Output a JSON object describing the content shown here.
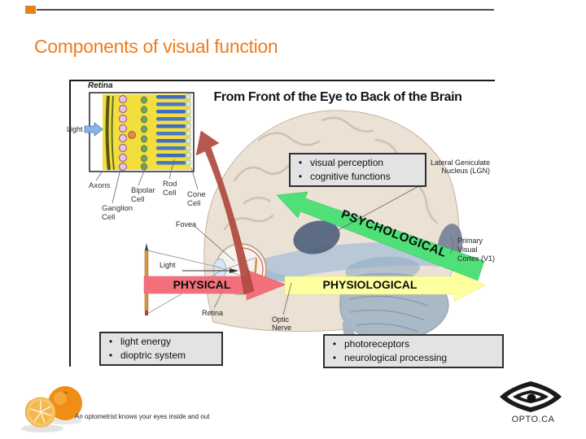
{
  "header": {
    "title": "Components of visual function"
  },
  "figure": {
    "heading": "From Front of the Eye to Back of the Brain",
    "retina_inset": {
      "title": "Retina",
      "light_label": "Light",
      "axons_label": "Axons",
      "ganglion_label": [
        "Ganglion",
        "Cell"
      ],
      "bipolar_label": [
        "Bipolar",
        "Cell"
      ],
      "rod_label": [
        "Rod",
        "Cell"
      ],
      "cone_label": [
        "Cone",
        "Cell"
      ]
    },
    "eye_labels": {
      "light": "Light",
      "fovea": "Fovea",
      "retina": "Retina",
      "optic_nerve": [
        "Optic",
        "Nerve"
      ]
    },
    "brain_labels": {
      "lgn": [
        "Lateral Geniculate",
        "Nucleus (LGN)"
      ],
      "v1": [
        "Primary",
        "Visual",
        "Cortex (V1)"
      ]
    },
    "arrows": {
      "physical": "PHYSICAL",
      "physiological": "PHYSIOLOGICAL",
      "psychological": "PSYCHOLOGICAL"
    },
    "callouts": {
      "psychological": {
        "items": [
          "visual perception",
          "cognitive functions"
        ]
      },
      "physical": {
        "items": [
          "light energy",
          "dioptric system"
        ]
      },
      "physiological": {
        "items": [
          "photoreceptors",
          "neurological processing"
        ]
      }
    },
    "colors": {
      "physical_arrow": "#f3707b",
      "physiological_arrow": "#ffffa0",
      "psychological_arrow": "#4fe077",
      "red_arrow": "#b14a3f",
      "accent_orange": "#ee7c1f"
    }
  },
  "footer": {
    "tagline": "An optometrist knows your eyes inside and out",
    "logo_text": "OPTO.CA"
  }
}
